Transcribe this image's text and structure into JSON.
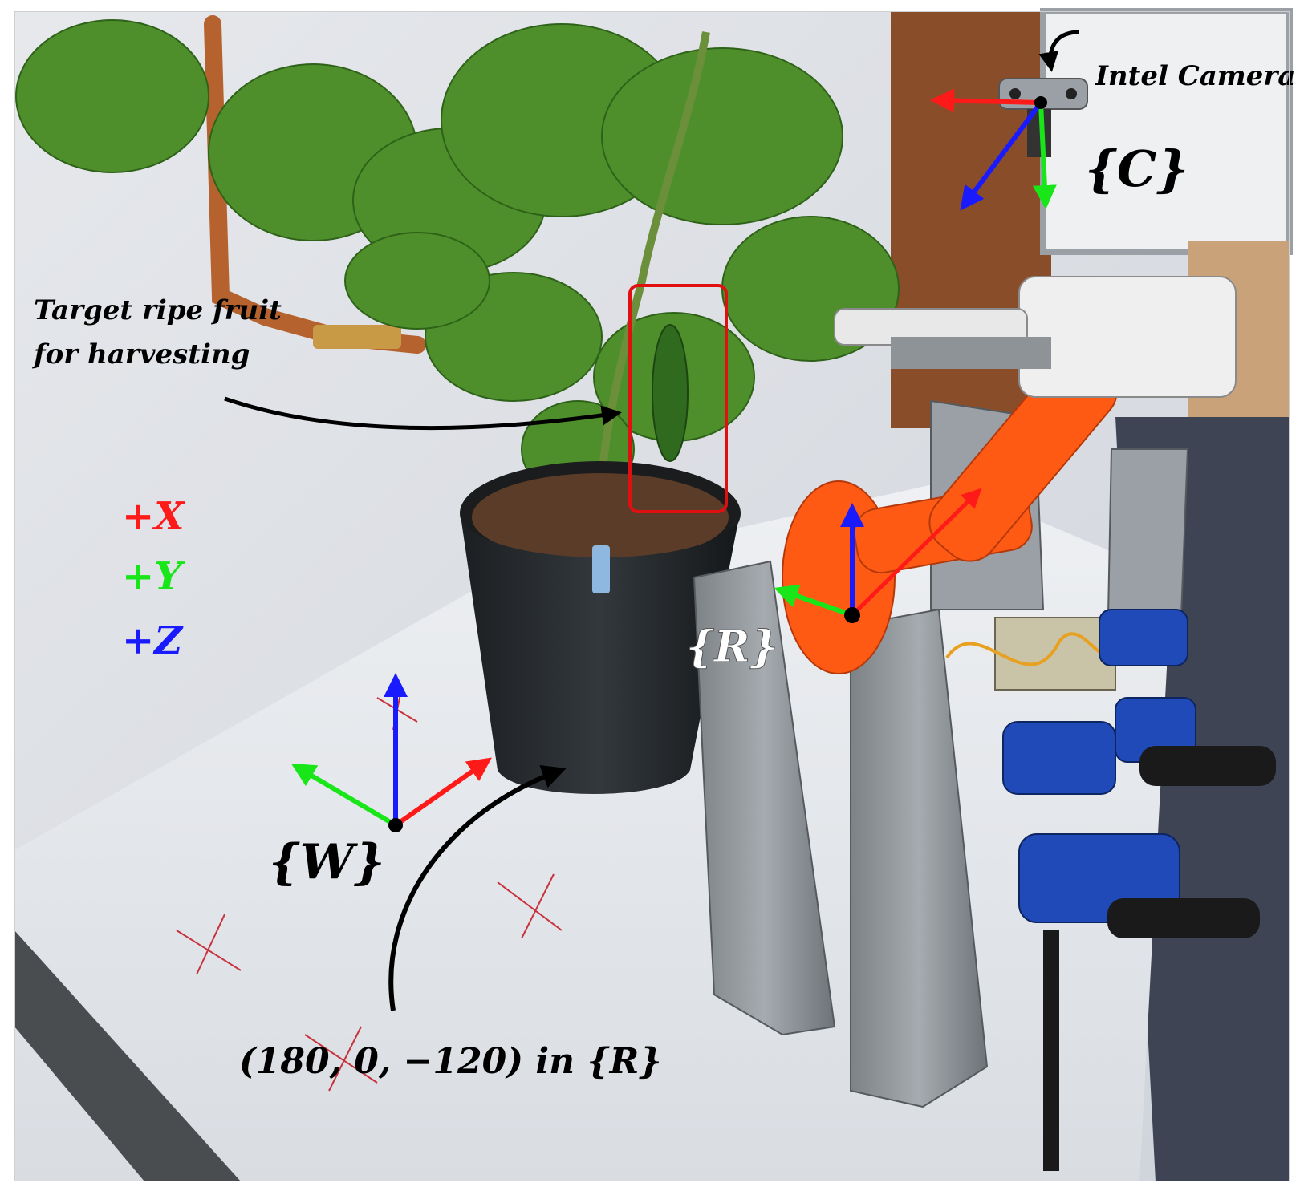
{
  "labels": {
    "camera": "Intel Camera",
    "camera_frame": "{C}",
    "target_line1": "Target ripe fruit",
    "target_line2": "for harvesting",
    "legend_x": "+X",
    "legend_y": "+Y",
    "legend_z": "+Z",
    "robot_frame": "{R}",
    "world_frame": "{W}",
    "coordinate": "(180, 0, −120) in {R}"
  },
  "colors": {
    "x_axis": "#ff1a1a",
    "y_axis": "#19e619",
    "z_axis": "#1a1aff",
    "label_dark": "#000000",
    "label_light": "#ffffff",
    "target_box": "#e01010"
  },
  "objects": {
    "plant": "pepper-plant",
    "pot": "black-plant-pot",
    "robot": "orange-robotic-arm",
    "camera": "intel-depth-camera",
    "clamps": "blue-bar-clamps",
    "brackets": "grey-steel-brackets",
    "table": "white-table"
  }
}
